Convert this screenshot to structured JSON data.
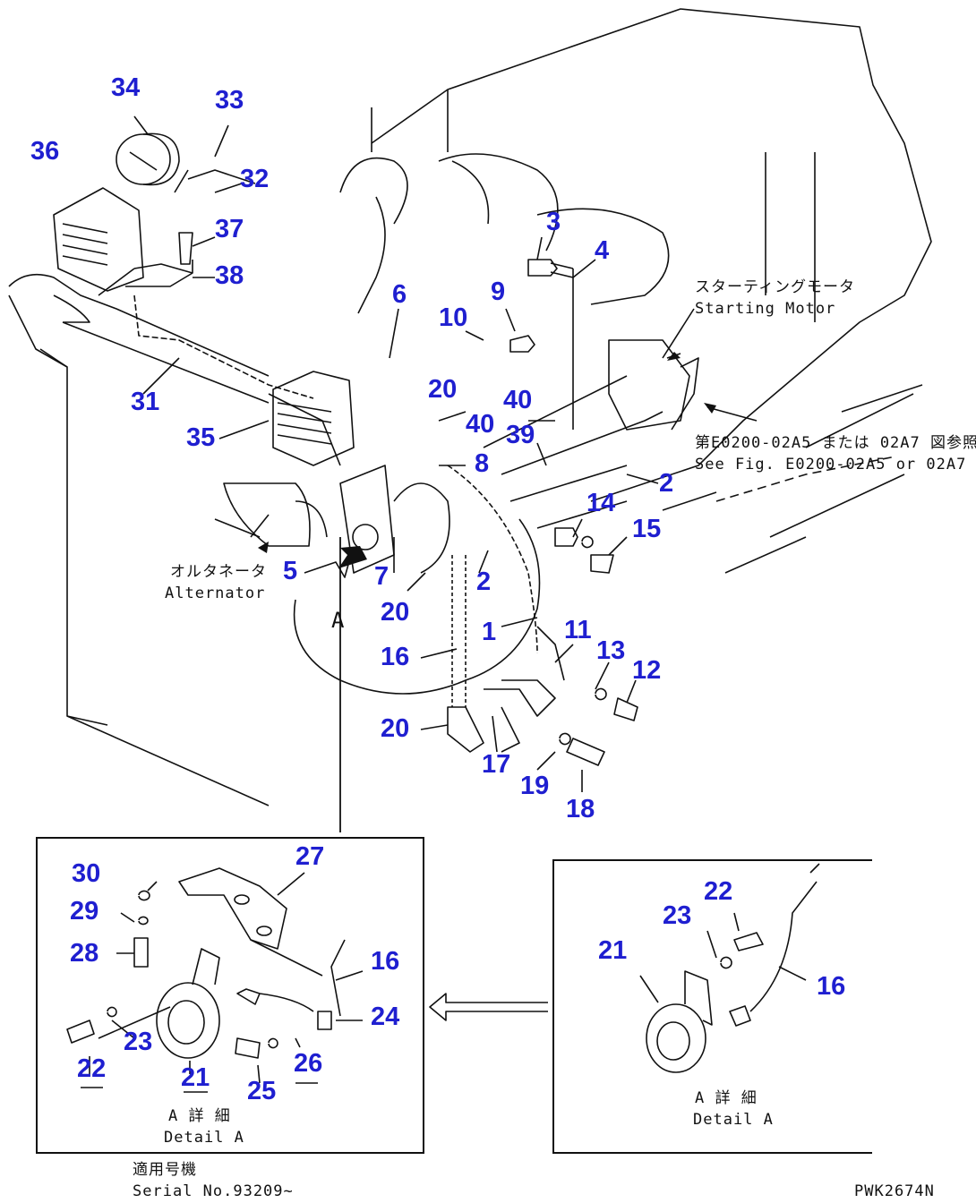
{
  "labels": {
    "starting_motor_jp": "スターティングモータ",
    "starting_motor_en": "Starting Motor",
    "see_fig_jp": "第E0200-02A5 または 02A7 図参照",
    "see_fig_en": "See Fig. E0200-02A5 or 02A7",
    "alternator_jp": "オルタネータ",
    "alternator_en": "Alternator",
    "view_marker": "A",
    "detail_a_jp": "A 詳 細",
    "detail_a_en": "Detail A",
    "serial_jp": "適用号機",
    "serial_en": "Serial No.93209~",
    "drawing_code": "PWK2674N"
  },
  "callouts": {
    "p1": "1",
    "p2a": "2",
    "p2b": "2",
    "p3": "3",
    "p4": "4",
    "p5": "5",
    "p6": "6",
    "p7": "7",
    "p8": "8",
    "p9": "9",
    "p10": "10",
    "p11": "11",
    "p12": "12",
    "p13": "13",
    "p14": "14",
    "p15": "15",
    "p16": "16",
    "p17": "17",
    "p18": "18",
    "p19": "19",
    "p20a": "20",
    "p20b": "20",
    "p20c": "20",
    "p31": "31",
    "p32": "32",
    "p33": "33",
    "p34": "34",
    "p35": "35",
    "p36": "36",
    "p37": "37",
    "p38": "38",
    "p39": "39",
    "p40a": "40",
    "p40b": "40",
    "l30": "30",
    "l29": "29",
    "l28": "28",
    "l27": "27",
    "l16": "16",
    "l24": "24",
    "l23": "23",
    "l22": "22",
    "l21": "21",
    "l25": "25",
    "l26": "26",
    "r22": "22",
    "r23": "23",
    "r21": "21",
    "r16": "16"
  }
}
